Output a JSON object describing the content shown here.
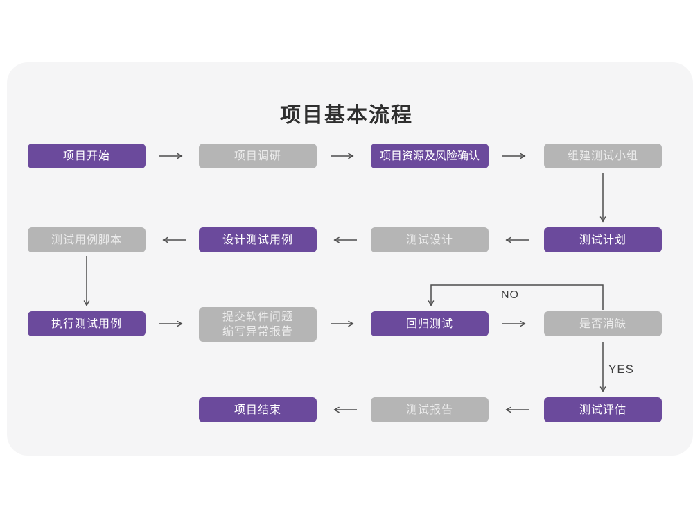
{
  "title": "项目基本流程",
  "colors": {
    "purple_node": "#6b4a9c",
    "gray_node": "#b5b5b5",
    "card_background": "#f5f5f6",
    "page_background": "#ffffff",
    "arrow": "#4d4d4d",
    "title_text": "#2f2f2f"
  },
  "branch_labels": {
    "no": "NO",
    "yes": "YES"
  },
  "nodes": [
    {
      "id": "project-start",
      "label": "项目开始",
      "variant": "purple"
    },
    {
      "id": "project-research",
      "label": "项目调研",
      "variant": "gray"
    },
    {
      "id": "resource-risk",
      "label": "项目资源及风险确认",
      "variant": "purple"
    },
    {
      "id": "build-test-team",
      "label": "组建测试小组",
      "variant": "gray"
    },
    {
      "id": "test-case-script",
      "label": "测试用例脚本",
      "variant": "gray"
    },
    {
      "id": "design-test-case",
      "label": "设计测试用例",
      "variant": "purple"
    },
    {
      "id": "test-design",
      "label": "测试设计",
      "variant": "gray"
    },
    {
      "id": "test-plan",
      "label": "测试计划",
      "variant": "purple"
    },
    {
      "id": "execute-test-case",
      "label": "执行测试用例",
      "variant": "purple"
    },
    {
      "id": "submit-issue-report",
      "label": "提交软件问题",
      "label2": "编写异常报告",
      "variant": "gray"
    },
    {
      "id": "regression-test",
      "label": "回归测试",
      "variant": "purple"
    },
    {
      "id": "defect-cleared",
      "label": "是否消缺",
      "variant": "gray"
    },
    {
      "id": "project-end",
      "label": "项目结束",
      "variant": "purple"
    },
    {
      "id": "test-report",
      "label": "测试报告",
      "variant": "gray"
    },
    {
      "id": "test-evaluation",
      "label": "测试评估",
      "variant": "purple"
    }
  ],
  "edges": [
    {
      "from": "project-start",
      "to": "project-research"
    },
    {
      "from": "project-research",
      "to": "resource-risk"
    },
    {
      "from": "resource-risk",
      "to": "build-test-team"
    },
    {
      "from": "build-test-team",
      "to": "test-plan"
    },
    {
      "from": "test-plan",
      "to": "test-design"
    },
    {
      "from": "test-design",
      "to": "design-test-case"
    },
    {
      "from": "design-test-case",
      "to": "test-case-script"
    },
    {
      "from": "test-case-script",
      "to": "execute-test-case"
    },
    {
      "from": "execute-test-case",
      "to": "submit-issue-report"
    },
    {
      "from": "submit-issue-report",
      "to": "regression-test"
    },
    {
      "from": "regression-test",
      "to": "defect-cleared"
    },
    {
      "from": "defect-cleared",
      "to": "regression-test",
      "label": "NO"
    },
    {
      "from": "defect-cleared",
      "to": "test-evaluation",
      "label": "YES"
    },
    {
      "from": "test-evaluation",
      "to": "test-report"
    },
    {
      "from": "test-report",
      "to": "project-end"
    }
  ]
}
